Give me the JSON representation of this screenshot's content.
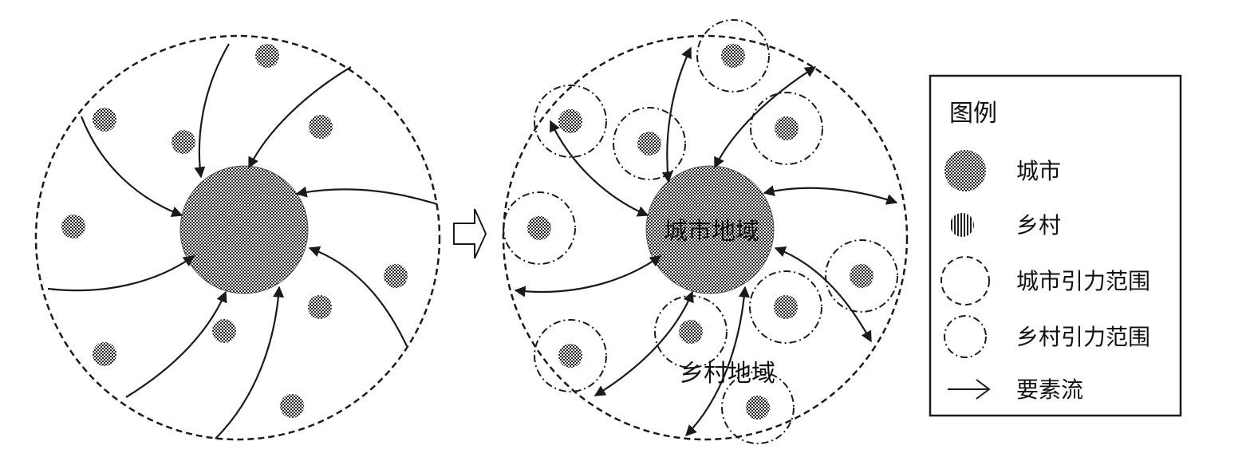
{
  "labels": {
    "urban_region": "城市地域",
    "rural_region": "乡村地域"
  },
  "legend": {
    "title": "图例",
    "items": [
      {
        "key": "city",
        "label": "城市"
      },
      {
        "key": "village",
        "label": "乡村"
      },
      {
        "key": "city_range",
        "label": "城市引力范围"
      },
      {
        "key": "village_range",
        "label": "乡村引力范围"
      },
      {
        "key": "flow",
        "label": "要素流"
      }
    ]
  },
  "colors": {
    "stroke": "#1a1a1a",
    "pattern_dark": "#222222",
    "background": "#ffffff"
  }
}
